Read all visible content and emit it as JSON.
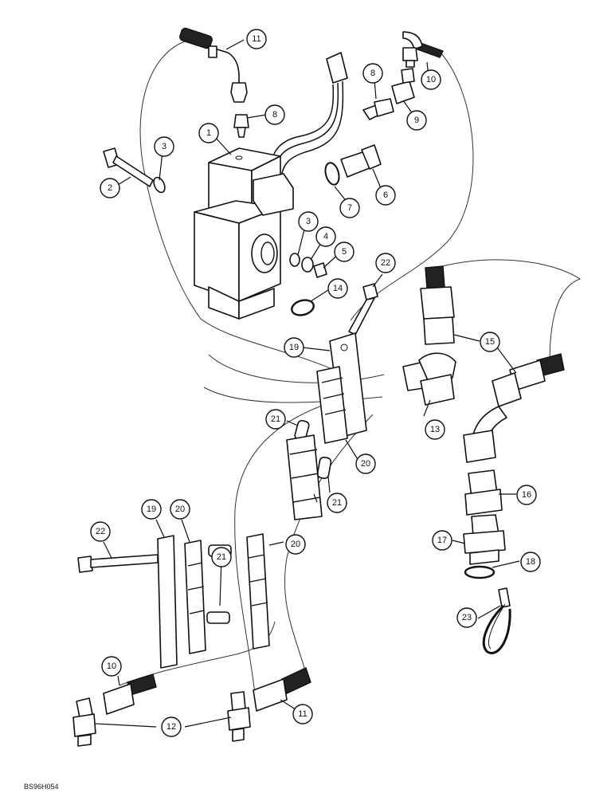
{
  "figure_code": "BS96H054",
  "callouts": [
    {
      "id": "c11a",
      "label": "11"
    },
    {
      "id": "c10a",
      "label": "10"
    },
    {
      "id": "c8a",
      "label": "8"
    },
    {
      "id": "c8b",
      "label": "8"
    },
    {
      "id": "c9",
      "label": "9"
    },
    {
      "id": "c1",
      "label": "1"
    },
    {
      "id": "c3a",
      "label": "3"
    },
    {
      "id": "c2",
      "label": "2"
    },
    {
      "id": "c6",
      "label": "6"
    },
    {
      "id": "c7",
      "label": "7"
    },
    {
      "id": "c3b",
      "label": "3"
    },
    {
      "id": "c4",
      "label": "4"
    },
    {
      "id": "c5",
      "label": "5"
    },
    {
      "id": "c14",
      "label": "14"
    },
    {
      "id": "c22a",
      "label": "22"
    },
    {
      "id": "c15",
      "label": "15"
    },
    {
      "id": "c19a",
      "label": "19"
    },
    {
      "id": "c13",
      "label": "13"
    },
    {
      "id": "c21a",
      "label": "21"
    },
    {
      "id": "c20a",
      "label": "20"
    },
    {
      "id": "c21b",
      "label": "21"
    },
    {
      "id": "c16",
      "label": "16"
    },
    {
      "id": "c19b",
      "label": "19"
    },
    {
      "id": "c20b",
      "label": "20"
    },
    {
      "id": "c20c",
      "label": "20"
    },
    {
      "id": "c22b",
      "label": "22"
    },
    {
      "id": "c17",
      "label": "17"
    },
    {
      "id": "c18",
      "label": "18"
    },
    {
      "id": "c21c",
      "label": "21"
    },
    {
      "id": "c23",
      "label": "23"
    },
    {
      "id": "c10b",
      "label": "10"
    },
    {
      "id": "c12",
      "label": "12"
    },
    {
      "id": "c11b",
      "label": "11"
    }
  ]
}
